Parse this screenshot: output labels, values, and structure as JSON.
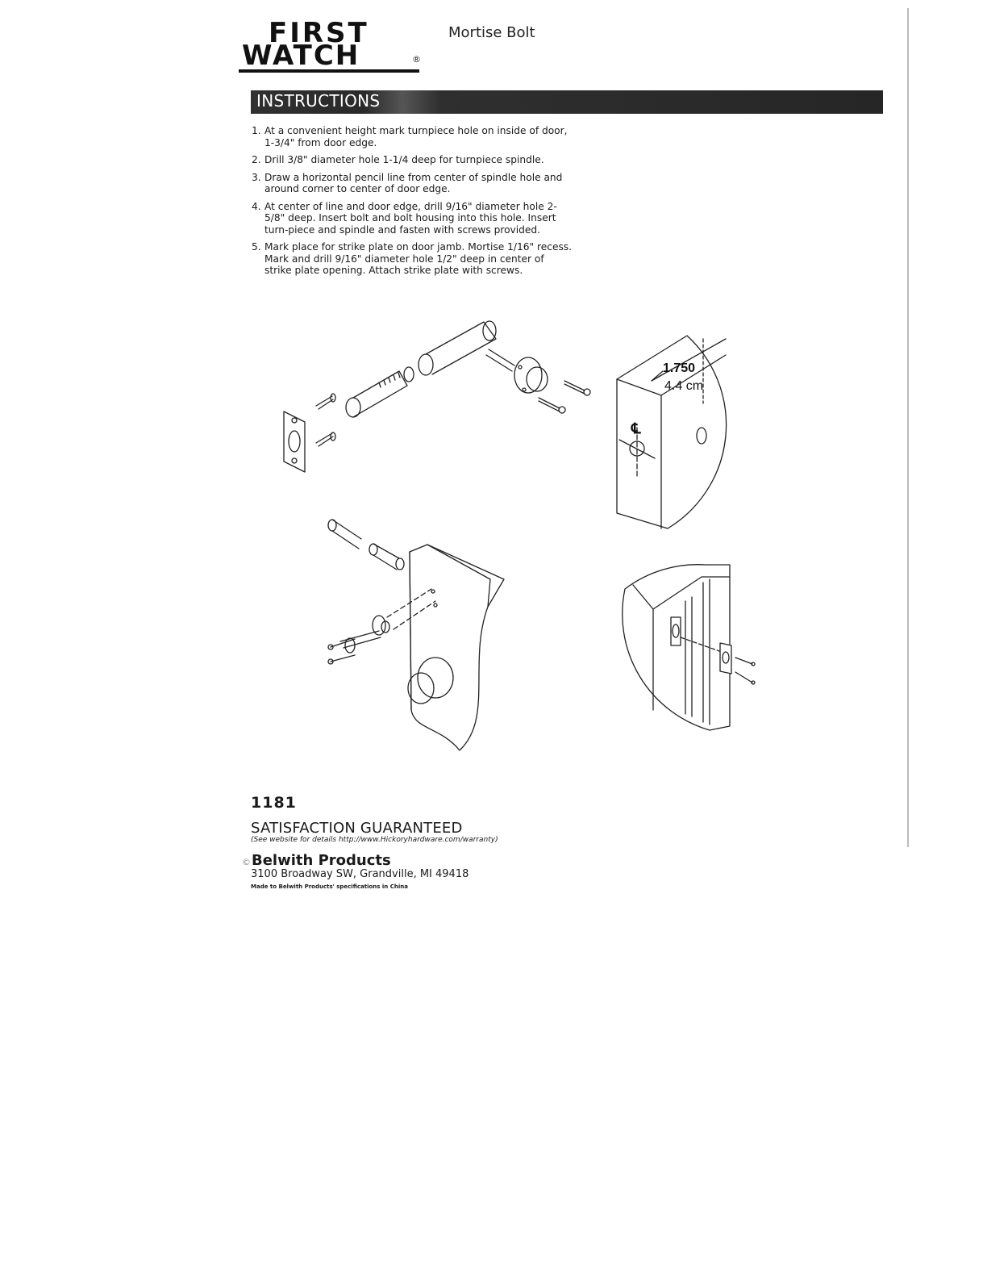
{
  "brand": {
    "logo_line1": "FIRST",
    "logo_line2": "WATCH",
    "registered_mark": "®"
  },
  "product_title": "Mortise Bolt",
  "section_heading": "INSTRUCTIONS",
  "steps": [
    {
      "num": "1.",
      "text": "At a convenient height mark turnpiece hole on inside of door, 1-3/4\" from door edge."
    },
    {
      "num": "2.",
      "text": "Drill 3/8\" diameter hole 1-1/4 deep for turnpiece spindle."
    },
    {
      "num": "3.",
      "text": "Draw a horizontal pencil line from center of spindle hole and around corner to center of door edge."
    },
    {
      "num": "4.",
      "text": "At center of line and door edge, drill 9/16\" diameter hole 2-5/8\" deep. Insert bolt and bolt housing into this hole. Insert turn-piece and spindle and fasten with screws provided."
    },
    {
      "num": "5.",
      "text": "Mark place for strike plate on door jamb. Mortise 1/16\" recess. Mark and drill 9/16\" diameter hole 1/2\" deep in center of strike plate opening. Attach strike plate with screws."
    }
  ],
  "diagram": {
    "dimension_in": "1.750",
    "dimension_cm": "4.4 cm",
    "centerline_symbol": "℄"
  },
  "footer": {
    "model_number": "1181",
    "guarantee": "SATISFACTION GUARANTEED",
    "guarantee_note": "(See website for details http://www.Hickoryhardware.com/warranty)",
    "copyright_mark": "©",
    "company": "Belwith Products",
    "address": "3100 Broadway SW, Grandville, MI 49418",
    "made_in": "Made to Belwith Products' specifications in China"
  }
}
